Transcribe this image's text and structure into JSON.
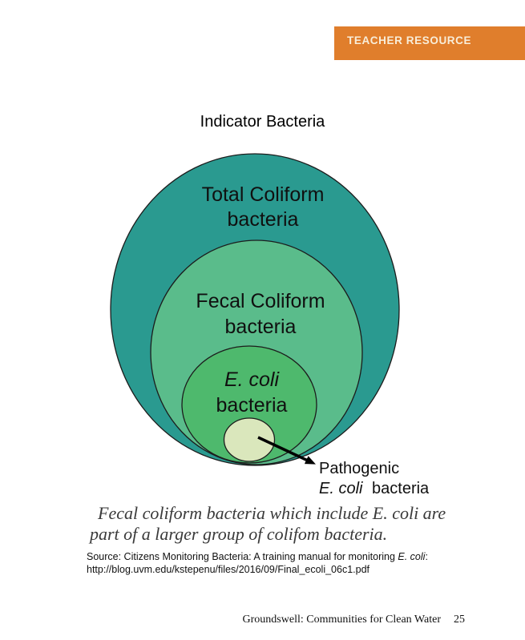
{
  "banner": {
    "label": "TEACHER RESOURCE",
    "bg_color": "#e07e2c",
    "text_color": "#f8edd9"
  },
  "title": "Indicator Bacteria",
  "diagram": {
    "outer": {
      "line1": "Total Coliform",
      "line2": "bacteria",
      "color": "#2a9a90"
    },
    "middle": {
      "line1": "Fecal Coliform",
      "line2": "bacteria",
      "color": "#5abc8b"
    },
    "inner": {
      "line1": "E. coli",
      "line2": "bacteria",
      "color": "#4eb96d"
    },
    "smallest": {
      "color": "#dae7bc"
    },
    "callout": {
      "line1": "Pathogenic",
      "line2_italic": "E. coli",
      "line2_rest": "bacteria"
    }
  },
  "caption": {
    "line1": "Fecal coliform bacteria which include E. coli are",
    "line2": "part of a larger group of colifom bacteria."
  },
  "source": {
    "prefix": "Source: Citizens Monitoring Bacteria: A training manual for monitoring ",
    "italic": "E. coli",
    "suffix": ":",
    "line2": "http://blog.uvm.edu/kstepenu/files/2016/09/Final_ecoli_06c1.pdf"
  },
  "footer": {
    "text": "Groundswell: Communities for Clean Water",
    "page": "25"
  }
}
